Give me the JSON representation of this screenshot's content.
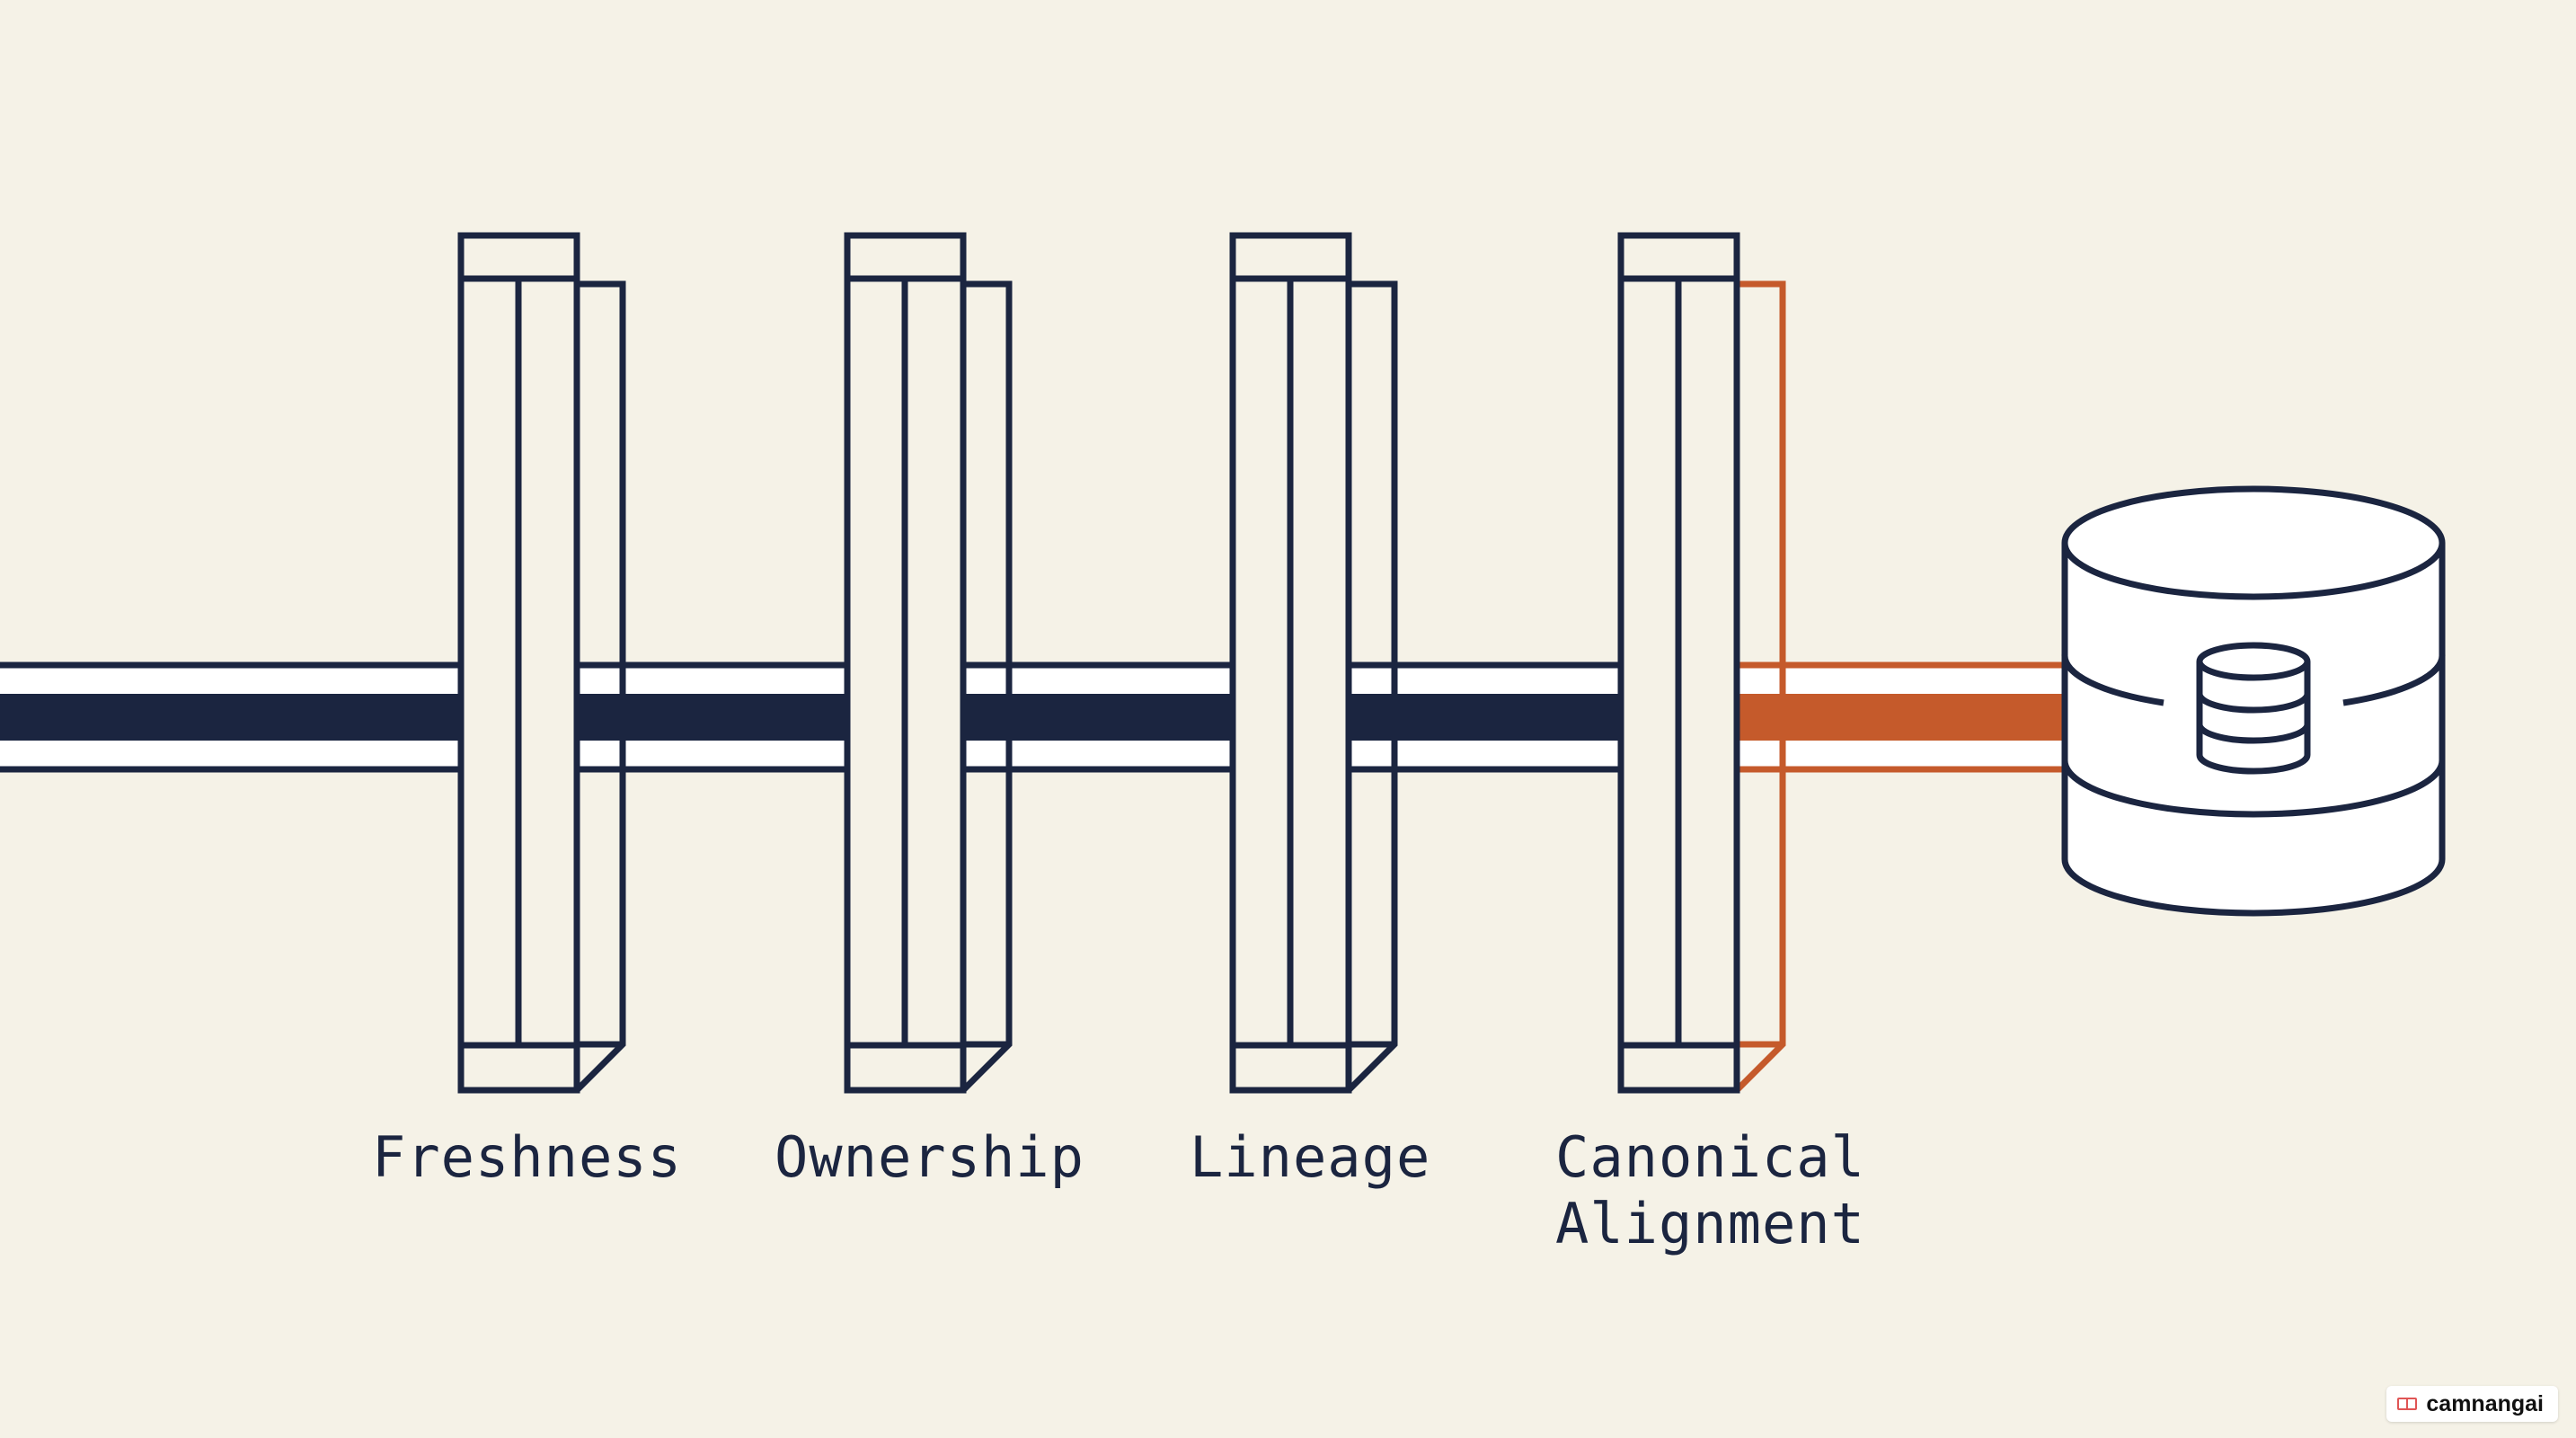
{
  "colors": {
    "background": "#f5f2e7",
    "navy": "#1b2540",
    "accent": "#c55a2b",
    "pipe_inner": "#ffffff"
  },
  "gates": [
    {
      "id": "freshness",
      "lines": [
        "Freshness"
      ],
      "color": "navy"
    },
    {
      "id": "ownership",
      "lines": [
        "Ownership"
      ],
      "color": "navy"
    },
    {
      "id": "lineage",
      "lines": [
        "Lineage"
      ],
      "color": "navy"
    },
    {
      "id": "canonical-alignment",
      "lines": [
        "Canonical",
        "Alignment"
      ],
      "color": "accent"
    }
  ],
  "database": {
    "icon": "database-icon",
    "inner_icon": "small-database-icon"
  },
  "watermark": {
    "text": "camnangai",
    "icon": "book-icon"
  }
}
